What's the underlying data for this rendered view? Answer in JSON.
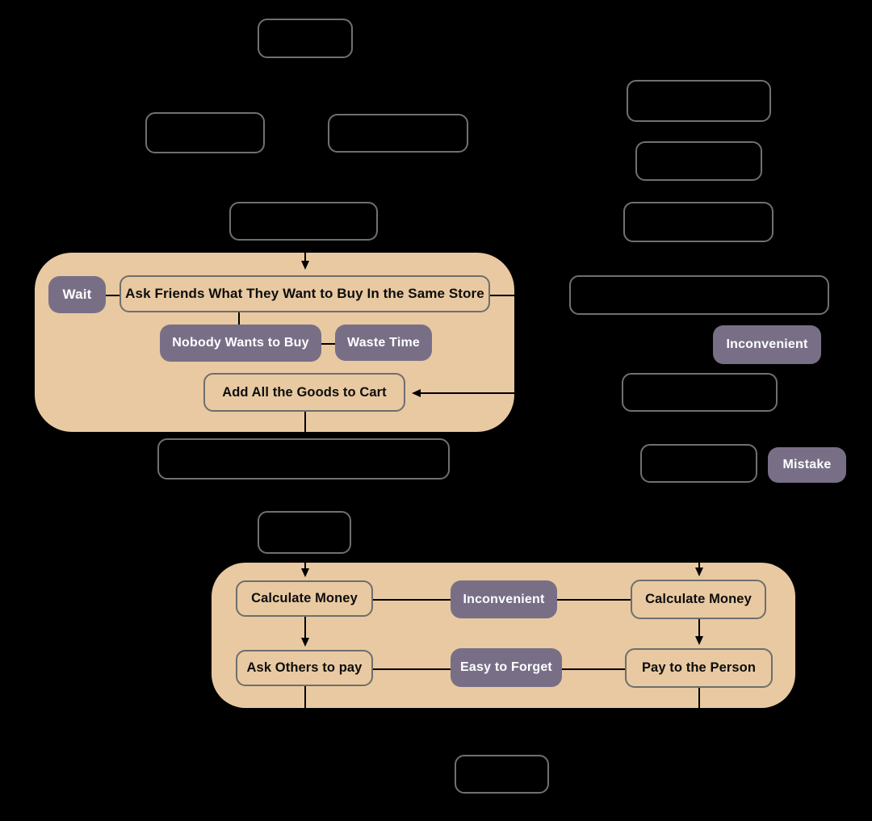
{
  "diagram": {
    "type": "flowchart",
    "labels": {
      "wait": "Wait",
      "ask_friends": "Ask Friends What They Want to Buy In the Same Store",
      "nobody_wants": "Nobody Wants to Buy",
      "waste_time": "Waste Time",
      "add_all": "Add All the Goods to Cart",
      "inconvenient_side": "Inconvenient",
      "mistake": "Mistake",
      "calculate_money_left": "Calculate Money",
      "inconvenient_center": "Inconvenient",
      "calculate_money_right": "Calculate Money",
      "ask_others": "Ask Others to pay",
      "easy_to_forget": "Easy to Forget",
      "pay_to_person": "Pay to the Person"
    },
    "colors": {
      "background": "#000000",
      "container_fill": "#e8c9a1",
      "note_fill": "#786f87",
      "note_text": "#ffffff",
      "box_border": "#707070",
      "label_text": "#0d0d0d",
      "connector": "#000000"
    }
  }
}
